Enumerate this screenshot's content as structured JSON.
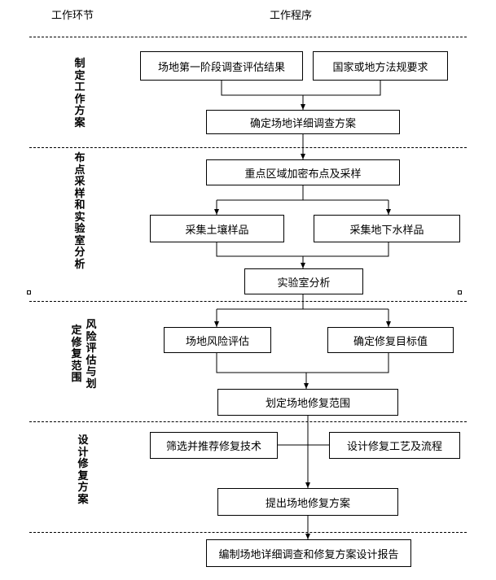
{
  "header": {
    "stage_col": "工作环节",
    "procedure_col": "工作程序"
  },
  "stages": {
    "plan": "制定工作方案",
    "sampling": "布点采样和实验室分析",
    "risk_a": "定修复范围",
    "risk_b": "风险评估与划",
    "design": "设计修复方案"
  },
  "boxes": {
    "phase1_results": "场地第一阶段调查评估结果",
    "regulations": "国家或地方法规要求",
    "detailed_plan": "确定场地详细调查方案",
    "dense_sampling": "重点区域加密布点及采样",
    "soil_samples": "采集土壤样品",
    "groundwater_samples": "采集地下水样品",
    "lab_analysis": "实验室分析",
    "risk_assessment": "场地风险评估",
    "remediation_target": "确定修复目标值",
    "remediation_scope": "划定场地修复范围",
    "screen_tech": "筛选并推荐修复技术",
    "design_process": "设计修复工艺及流程",
    "remediation_plan": "提出场地修复方案",
    "final_report": "编制场地详细调查和修复方案设计报告"
  }
}
